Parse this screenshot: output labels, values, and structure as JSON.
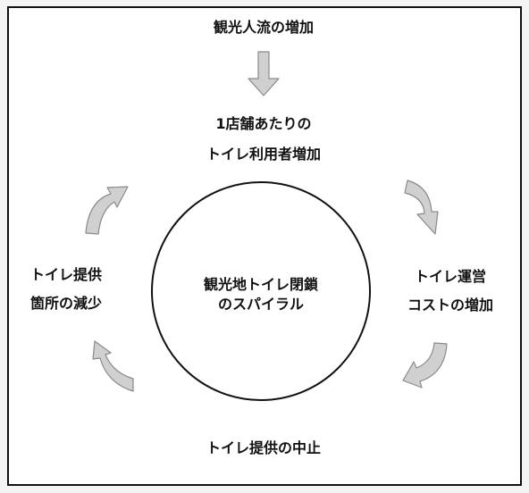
{
  "center": {
    "line1": "観光地トイレ閉鎖",
    "line2": "のスパイラル"
  },
  "nodes": {
    "top": "観光人流の増加",
    "upper_line1": "1店舗あたりの",
    "upper_line2": "トイレ利用者増加",
    "right_line1": "トイレ運営",
    "right_line2": "コストの増加",
    "bottom": "トイレ提供の中止",
    "left_line1": "トイレ提供",
    "left_line2": "箇所の減少"
  },
  "colors": {
    "arrow_fill": "#d0d0d0",
    "arrow_stroke": "#8a8a8a",
    "line": "#111111"
  }
}
